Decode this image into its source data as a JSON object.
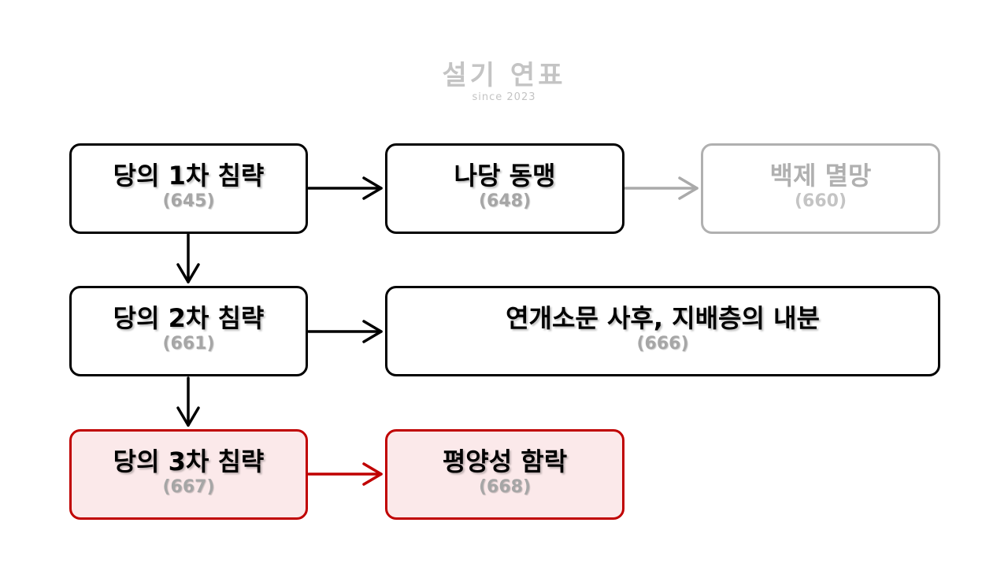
{
  "watermark": {
    "title": "설기 연표",
    "subtitle": "since 2023"
  },
  "nodes": [
    {
      "label": "당의 1차 침략",
      "year": "(645)"
    },
    {
      "label": "나당 동맹",
      "year": "(648)"
    },
    {
      "label": "백제 멸망",
      "year": "(660)"
    },
    {
      "label": "당의 2차 침략",
      "year": "(661)"
    },
    {
      "label": "연개소문 사후, 지배층의 내분",
      "year": "(666)"
    },
    {
      "label": "당의 3차 침략",
      "year": "(667)"
    },
    {
      "label": "평양성 함락",
      "year": "(668)"
    }
  ],
  "colors": {
    "default": "#000000",
    "muted": "#b0b0b0",
    "highlight": "#c00000",
    "highlight_fill": "#fbe9ea"
  }
}
